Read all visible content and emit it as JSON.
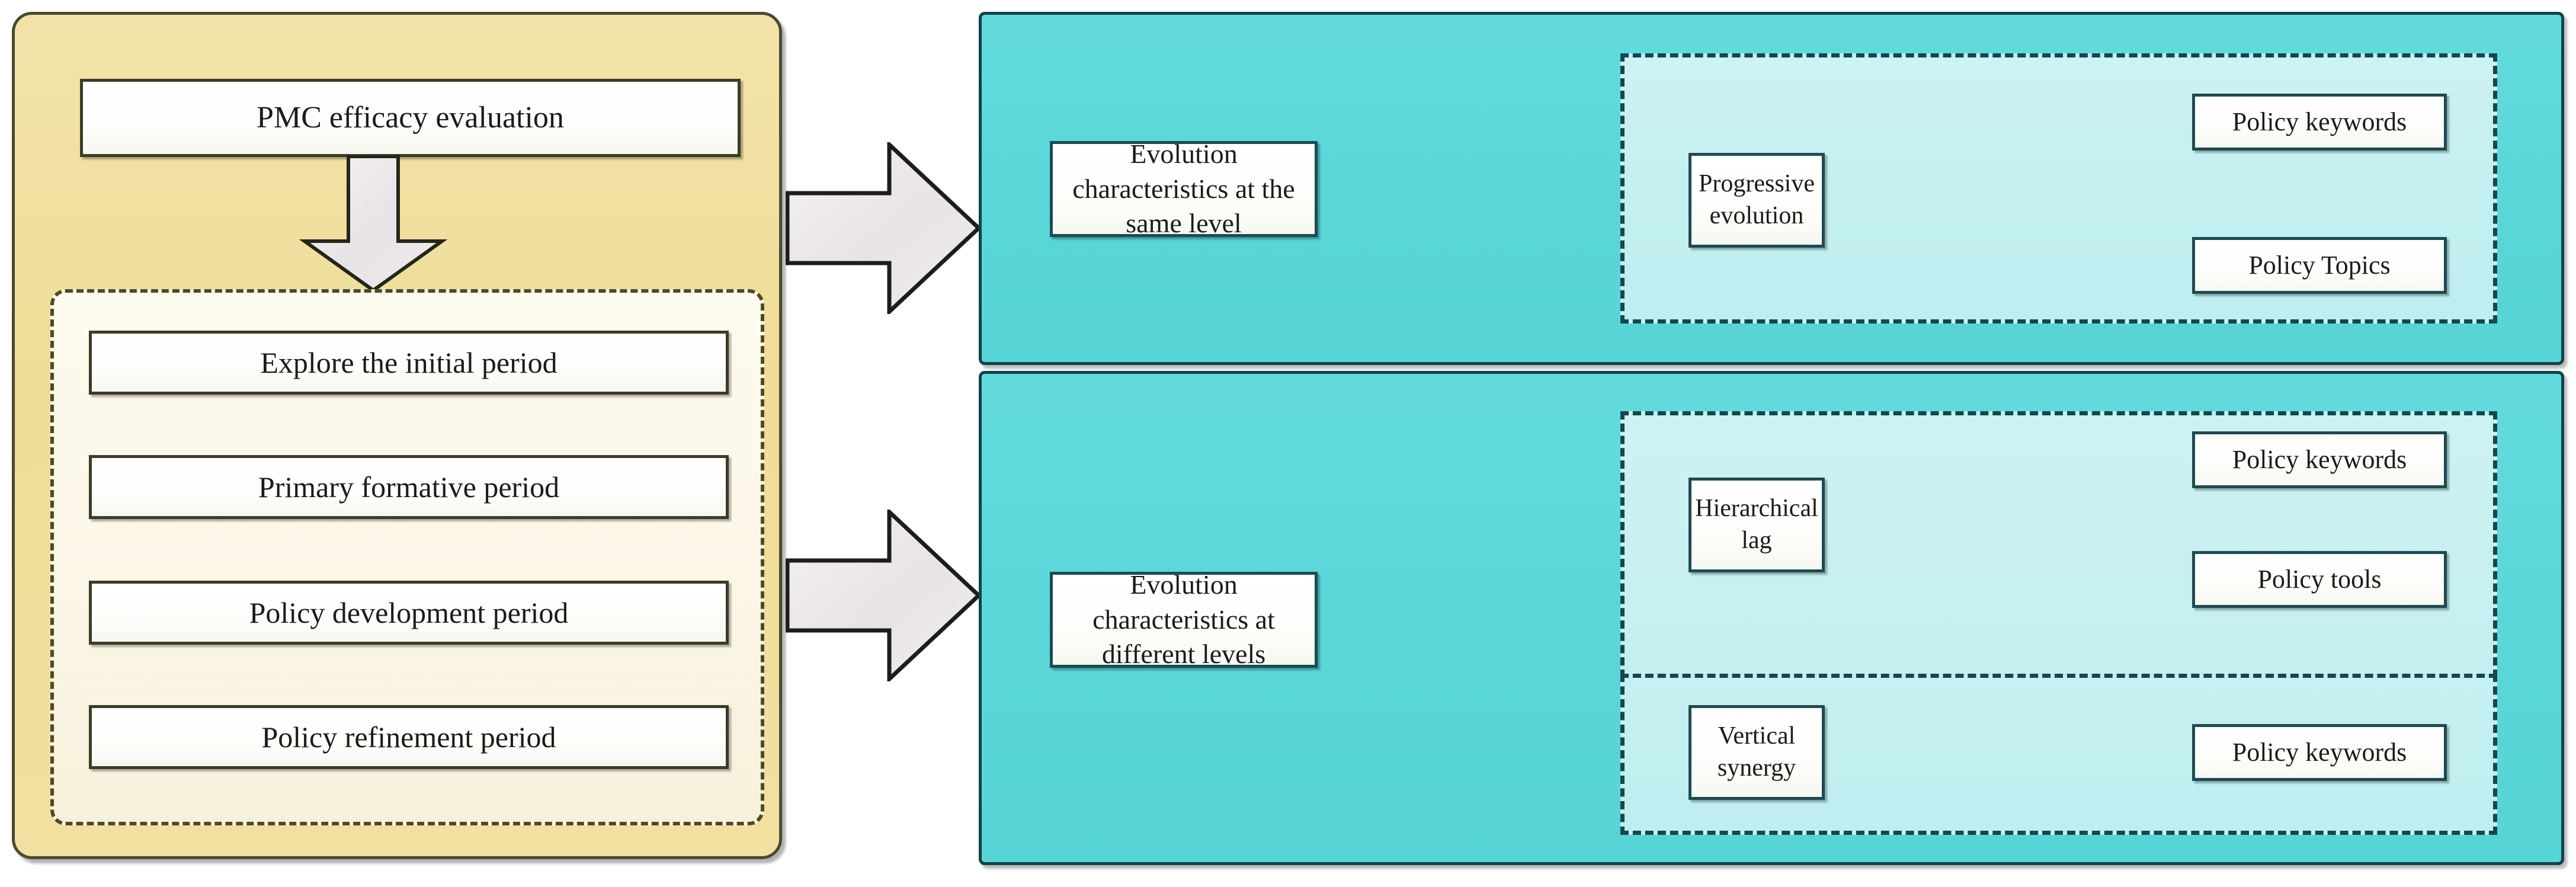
{
  "figure": {
    "type": "flow-diagram",
    "colors": {
      "left_panel_fill": "#efdc97",
      "left_panel_border": "#4a4a2e",
      "right_panel_fill": "#5ad6d8",
      "right_panel_border": "#12434a",
      "inner_dashed_yellow_fill": "#fbf6e6",
      "inner_dashed_teal_fill": "#c4eff0",
      "node_fill": "#ffffff",
      "arrow_fill": "#e8e4e6"
    }
  },
  "left_panel": {
    "top_node": {
      "label": "PMC efficacy evaluation"
    },
    "arrow_down": {
      "name": "down-arrow"
    },
    "stage_group": {
      "items": [
        {
          "label": "Explore the initial period"
        },
        {
          "label": "Primary formative period"
        },
        {
          "label": "Policy development period"
        },
        {
          "label": "Policy refinement period"
        }
      ]
    }
  },
  "connectors": [
    {
      "name": "arrow-to-same-level",
      "direction": "right"
    },
    {
      "name": "arrow-to-different-levels",
      "direction": "right"
    }
  ],
  "right_panels": [
    {
      "id": "same-level",
      "title_node": {
        "label": "Evolution characteristics at the same level"
      },
      "groups": [
        {
          "id": "progressive-evolution",
          "left_node": {
            "label": "Progressive evolution"
          },
          "right_nodes": [
            {
              "label": "Policy keywords"
            },
            {
              "label": "Policy Topics"
            }
          ]
        }
      ]
    },
    {
      "id": "different-levels",
      "title_node": {
        "label": "Evolution characteristics at different levels"
      },
      "groups": [
        {
          "id": "hierarchical-lag",
          "left_node": {
            "label": "Hierarchical lag"
          },
          "right_nodes": [
            {
              "label": "Policy keywords"
            },
            {
              "label": "Policy tools"
            }
          ]
        },
        {
          "id": "vertical-synergy",
          "left_node": {
            "label": "Vertical synergy"
          },
          "right_nodes": [
            {
              "label": "Policy keywords"
            }
          ]
        }
      ]
    }
  ]
}
